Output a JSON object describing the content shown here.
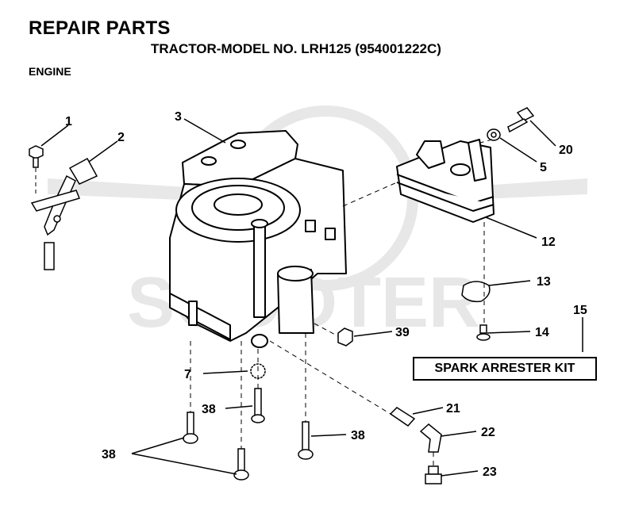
{
  "header": {
    "title": "REPAIR PARTS",
    "subtitle": "TRACTOR-MODEL NO. LRH125 (954001222C)",
    "section": "ENGINE"
  },
  "callouts": {
    "c1": "1",
    "c2": "2",
    "c3": "3",
    "c5": "5",
    "c7": "7",
    "c12": "12",
    "c13": "13",
    "c14": "14",
    "c15": "15",
    "c20": "20",
    "c21": "21",
    "c22": "22",
    "c23": "23",
    "c38a": "38",
    "c38b": "38",
    "c38c": "38",
    "c39": "39"
  },
  "kit": {
    "label": "SPARK ARRESTER KIT"
  }
}
